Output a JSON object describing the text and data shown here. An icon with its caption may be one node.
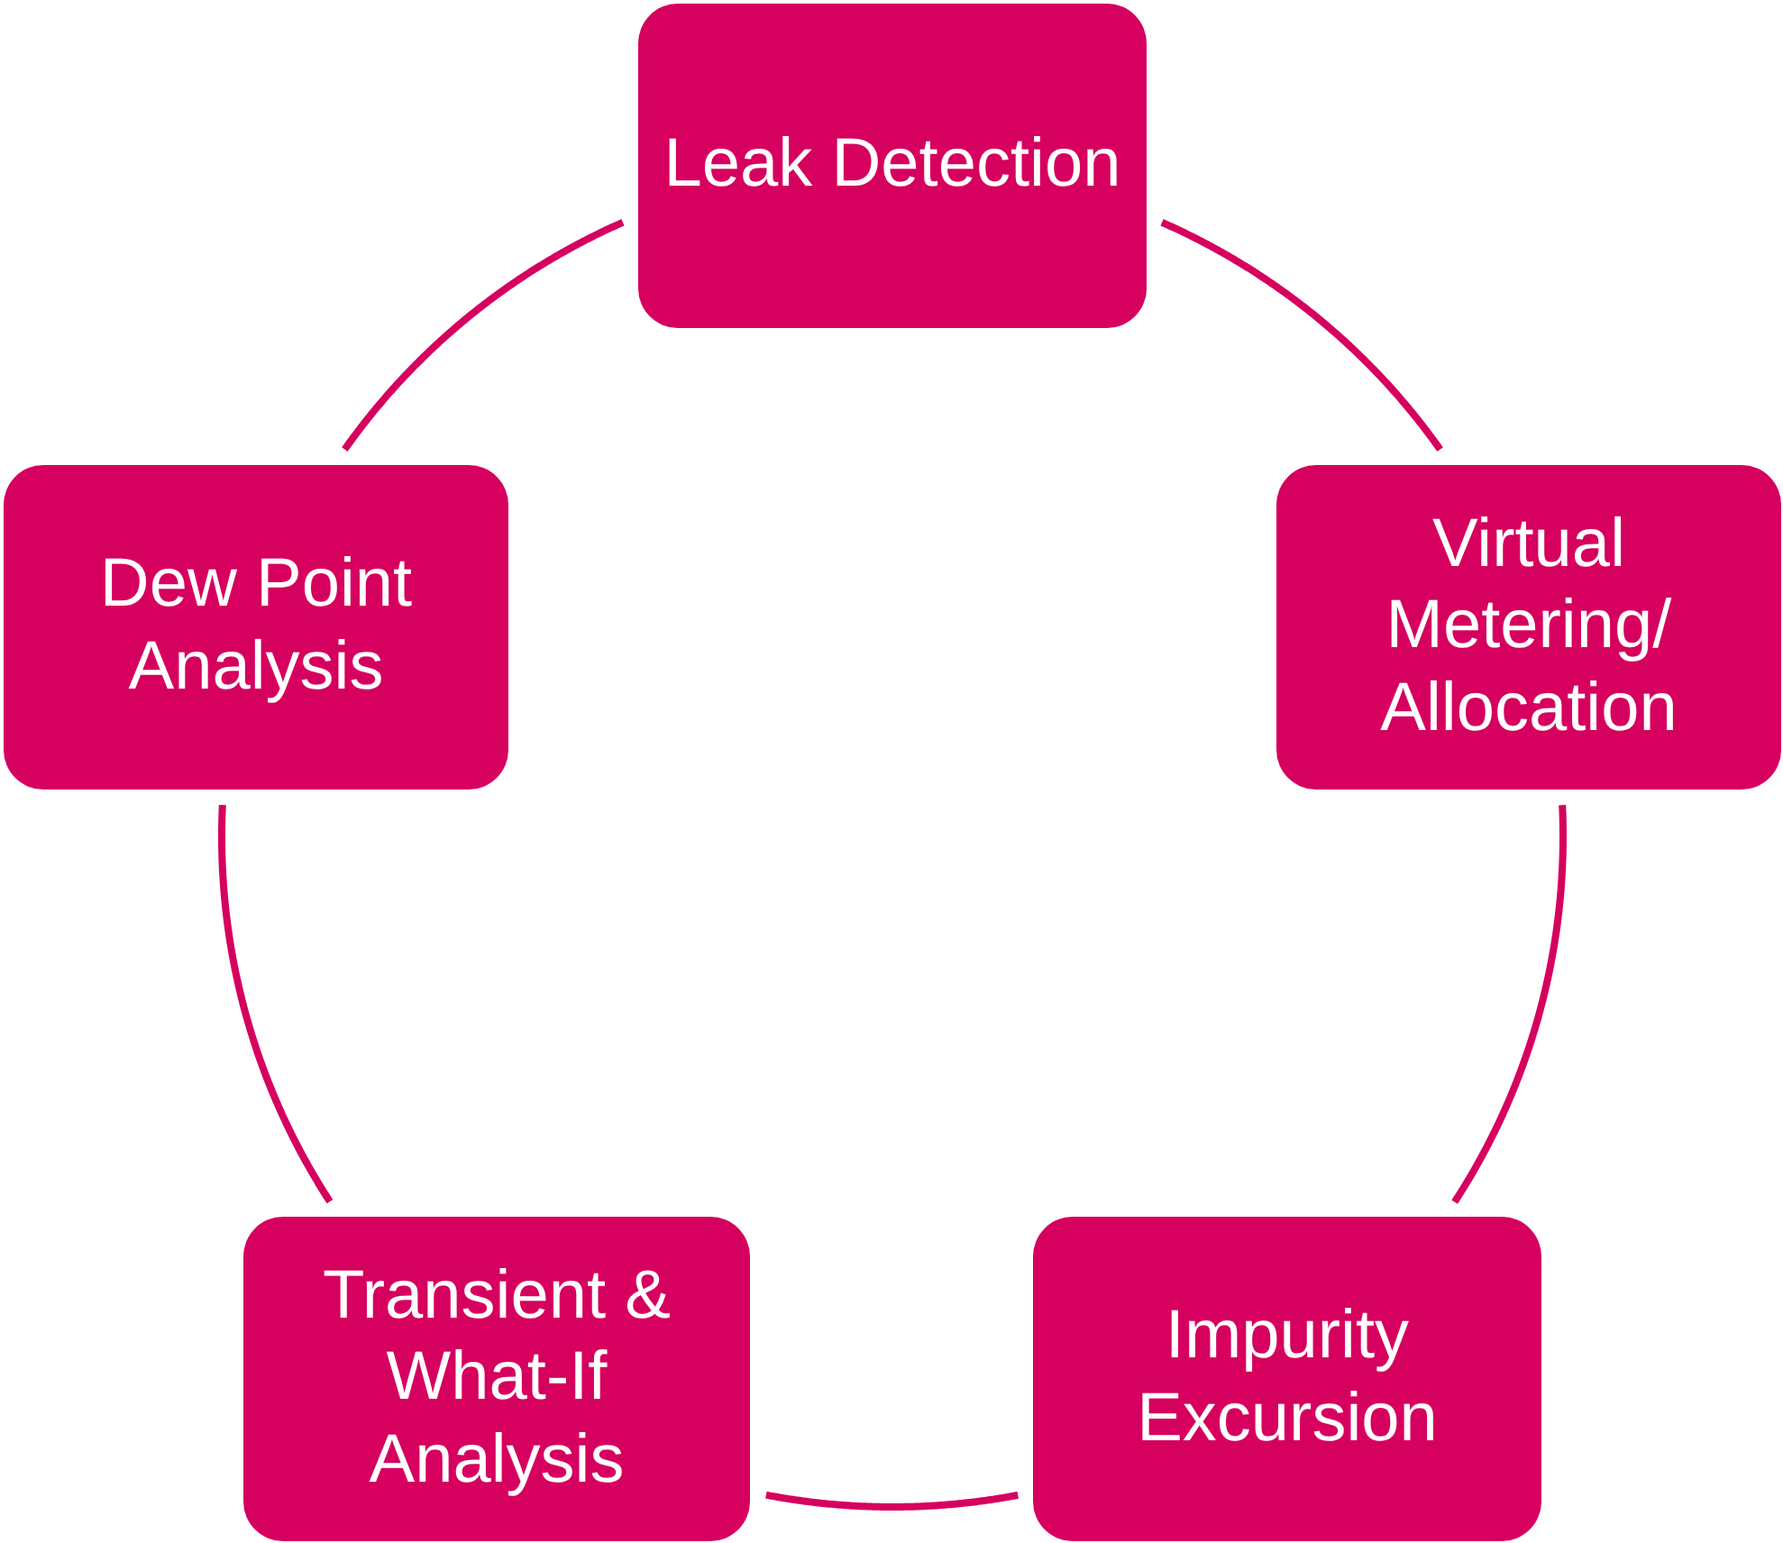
{
  "diagram": {
    "nodes": [
      {
        "text": [
          "Leak Detection"
        ]
      },
      {
        "text": [
          "Virtual Metering/ Allocation"
        ]
      },
      {
        "text": [
          "Impurity Excursion"
        ]
      },
      {
        "text": [
          "Transient & What-If Analysis"
        ]
      },
      {
        "text": [
          "Dew Point Analysis"
        ]
      }
    ],
    "edges": [
      {
        "from": 0,
        "to": 1,
        "arrow": "none"
      },
      {
        "from": 1,
        "to": 2,
        "arrow": "none"
      },
      {
        "from": 2,
        "to": 3,
        "arrow": "none"
      },
      {
        "from": 3,
        "to": 4,
        "arrow": "none"
      },
      {
        "from": 4,
        "to": 0,
        "arrow": "none"
      }
    ]
  }
}
